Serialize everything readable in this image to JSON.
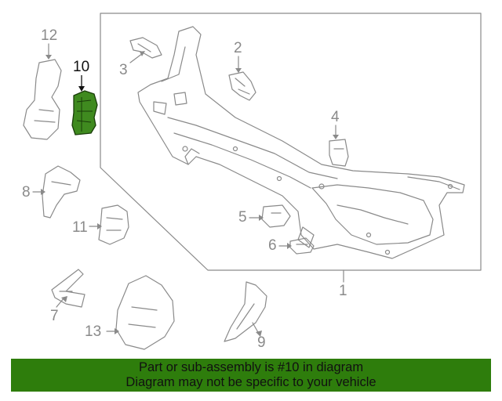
{
  "diagram": {
    "highlighted_part": "10",
    "callouts": {
      "c1": "1",
      "c2": "2",
      "c3": "3",
      "c4": "4",
      "c5": "5",
      "c6": "6",
      "c7": "7",
      "c8": "8",
      "c9": "9",
      "c10": "10",
      "c11": "11",
      "c12": "12",
      "c13": "13"
    }
  },
  "banner": {
    "line1": "Part or sub-assembly is #10 in diagram",
    "line2": "Diagram may not be specific to your vehicle",
    "background_color": "#2e7d0c"
  },
  "colors": {
    "line_gray": "#8a8a8a",
    "highlight_fill": "#3f8a1f",
    "highlight_text": "#111111"
  }
}
